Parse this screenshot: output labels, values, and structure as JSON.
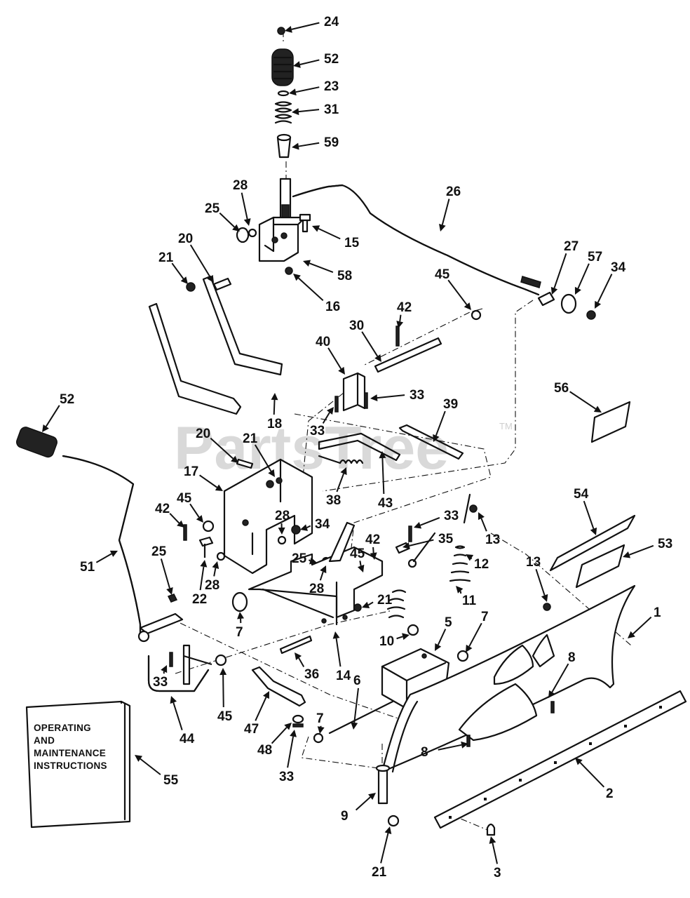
{
  "watermark": {
    "text": "PartsTree",
    "tm": "TM"
  },
  "manual_lines": [
    "OPERATING",
    "AND",
    "MAINTENANCE",
    "INSTRUCTIONS"
  ],
  "callouts": [
    {
      "id": "c24",
      "text": "24"
    },
    {
      "id": "c52a",
      "text": "52"
    },
    {
      "id": "c23",
      "text": "23"
    },
    {
      "id": "c31",
      "text": "31"
    },
    {
      "id": "c59",
      "text": "59"
    },
    {
      "id": "c26",
      "text": "26"
    },
    {
      "id": "c28a",
      "text": "28"
    },
    {
      "id": "c25a",
      "text": "25"
    },
    {
      "id": "c15",
      "text": "15"
    },
    {
      "id": "c20a",
      "text": "20"
    },
    {
      "id": "c21a",
      "text": "21"
    },
    {
      "id": "c58",
      "text": "58"
    },
    {
      "id": "c16",
      "text": "16"
    },
    {
      "id": "c27",
      "text": "27"
    },
    {
      "id": "c57",
      "text": "57"
    },
    {
      "id": "c34a",
      "text": "34"
    },
    {
      "id": "c45a",
      "text": "45"
    },
    {
      "id": "c42a",
      "text": "42"
    },
    {
      "id": "c30",
      "text": "30"
    },
    {
      "id": "c40",
      "text": "40"
    },
    {
      "id": "c33a",
      "text": "33"
    },
    {
      "id": "c33b",
      "text": "33"
    },
    {
      "id": "c18",
      "text": "18"
    },
    {
      "id": "c39",
      "text": "39"
    },
    {
      "id": "c56",
      "text": "56"
    },
    {
      "id": "c52b",
      "text": "52"
    },
    {
      "id": "c20b",
      "text": "20"
    },
    {
      "id": "c21b",
      "text": "21"
    },
    {
      "id": "c17",
      "text": "17"
    },
    {
      "id": "c38",
      "text": "38"
    },
    {
      "id": "c43",
      "text": "43"
    },
    {
      "id": "c54",
      "text": "54"
    },
    {
      "id": "c53",
      "text": "53"
    },
    {
      "id": "c42b",
      "text": "42"
    },
    {
      "id": "c45b",
      "text": "45"
    },
    {
      "id": "c28b",
      "text": "28"
    },
    {
      "id": "c34b",
      "text": "34"
    },
    {
      "id": "c33c",
      "text": "33"
    },
    {
      "id": "c13a",
      "text": "13"
    },
    {
      "id": "c42c",
      "text": "42"
    },
    {
      "id": "c35",
      "text": "35"
    },
    {
      "id": "c12",
      "text": "12"
    },
    {
      "id": "c25b",
      "text": "25"
    },
    {
      "id": "c45c",
      "text": "45"
    },
    {
      "id": "c28c",
      "text": "28"
    },
    {
      "id": "c51",
      "text": "51"
    },
    {
      "id": "c25c",
      "text": "25"
    },
    {
      "id": "c22",
      "text": "22"
    },
    {
      "id": "c28d",
      "text": "28"
    },
    {
      "id": "c11",
      "text": "11"
    },
    {
      "id": "c13b",
      "text": "13"
    },
    {
      "id": "c1",
      "text": "1"
    },
    {
      "id": "c7a",
      "text": "7"
    },
    {
      "id": "c21c",
      "text": "21"
    },
    {
      "id": "c10",
      "text": "10"
    },
    {
      "id": "c5",
      "text": "5"
    },
    {
      "id": "c7b",
      "text": "7"
    },
    {
      "id": "c8a",
      "text": "8"
    },
    {
      "id": "c36",
      "text": "36"
    },
    {
      "id": "c14",
      "text": "14"
    },
    {
      "id": "c33d",
      "text": "33"
    },
    {
      "id": "c45d",
      "text": "45"
    },
    {
      "id": "c6",
      "text": "6"
    },
    {
      "id": "c44",
      "text": "44"
    },
    {
      "id": "c47",
      "text": "47"
    },
    {
      "id": "c7c",
      "text": "7"
    },
    {
      "id": "c48",
      "text": "48"
    },
    {
      "id": "c33e",
      "text": "33"
    },
    {
      "id": "c55",
      "text": "55"
    },
    {
      "id": "c8b",
      "text": "8"
    },
    {
      "id": "c2",
      "text": "2"
    },
    {
      "id": "c9",
      "text": "9"
    },
    {
      "id": "c21d",
      "text": "21"
    },
    {
      "id": "c3",
      "text": "3"
    }
  ]
}
